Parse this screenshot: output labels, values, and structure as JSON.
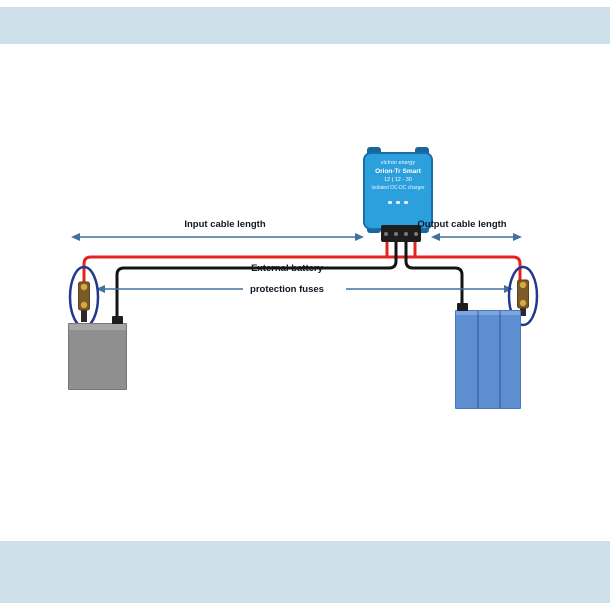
{
  "scene": {
    "band_color": "#cddfe9",
    "background_color": "#ffffff"
  },
  "labels": {
    "input_cable": "Input cable length",
    "output_cable": "Output cable length",
    "fuse_note_line1": "External battery",
    "fuse_note_line2": "protection fuses"
  },
  "device": {
    "brand": "victron energy",
    "model": "Orion-Tr Smart",
    "rating": "12 | 12 - 30",
    "description": "Isolated DC-DC charger",
    "body_color": "#2ba0dd",
    "border_color": "#1b6ea5",
    "terminal_block_color": "#1d1d1d"
  },
  "wiring": {
    "positive_cable_color": "#e4231e",
    "negative_cable_color": "#141414"
  },
  "annotations": {
    "arrow_color": "#41719c",
    "fuse_circle_color": "#24398c"
  },
  "components": {
    "fuse_body_color": "#7a5a28",
    "fuse_cap_color": "#d9a83e",
    "battery_left_color": "#8f8f8f",
    "battery_right_color": "#5d8ed2"
  }
}
